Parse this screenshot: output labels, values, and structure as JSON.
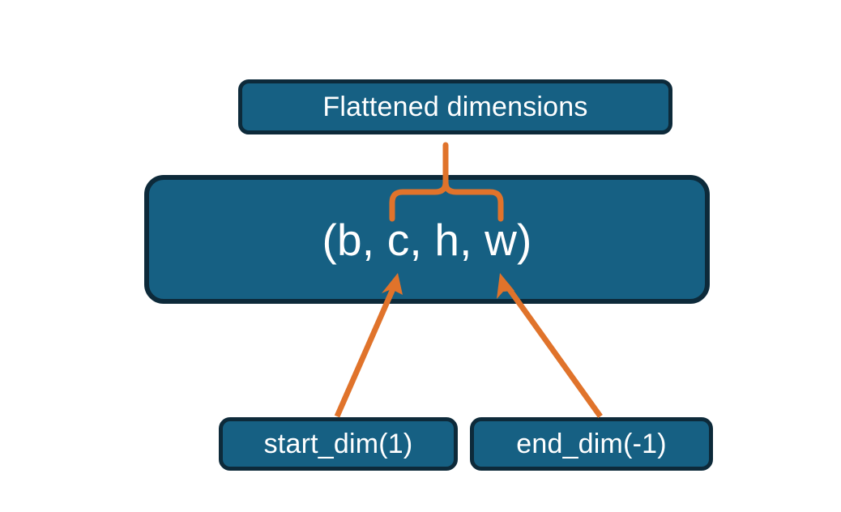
{
  "diagram": {
    "title_node": {
      "label": "Flattened dimensions",
      "name": "flattened-dimensions-box"
    },
    "shape_node": {
      "label": "(b, c, h, w)",
      "name": "tensor-shape-box",
      "dims": [
        "b",
        "c",
        "h",
        "w"
      ]
    },
    "argument_nodes": [
      {
        "label": "start_dim(1)",
        "name": "start-dim-box",
        "value": 1
      },
      {
        "label": "end_dim(-1)",
        "name": "end-dim-box",
        "value": -1
      }
    ],
    "connectors": {
      "brace": {
        "name": "flattened-range-brace",
        "spans_dims": [
          "c",
          "h",
          "w"
        ],
        "points_to": "Flattened dimensions"
      },
      "arrows": [
        {
          "name": "start-dim-arrow",
          "from": "start_dim(1)",
          "to": "c"
        },
        {
          "name": "end-dim-arrow",
          "from": "end_dim(-1)",
          "to": "w"
        }
      ]
    },
    "colors": {
      "box_fill": "#166083",
      "box_border": "#0d2a3a",
      "accent": "#e0732b",
      "text": "#ffffff",
      "background": "#ffffff"
    }
  }
}
